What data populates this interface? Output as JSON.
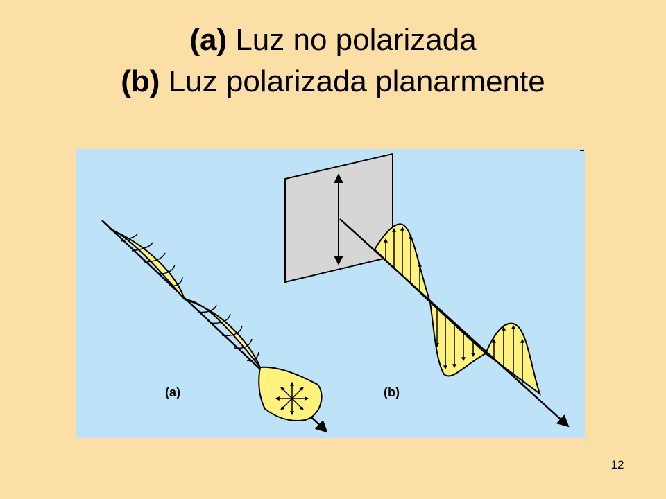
{
  "title": {
    "line1_label": "(a)",
    "line1_text": " Luz no polarizada",
    "line2_label": "(b)",
    "line2_text": " Luz polarizada planarmente"
  },
  "figure": {
    "panel_a_label": "(a)",
    "panel_b_label": "(b)"
  },
  "page_number": "12",
  "colors": {
    "slide_background": "#FCDFA6",
    "figure_background": "#BEE2F7",
    "wave_fill": "#FFF27E",
    "polarizer_fill": "#D6D6D6"
  }
}
